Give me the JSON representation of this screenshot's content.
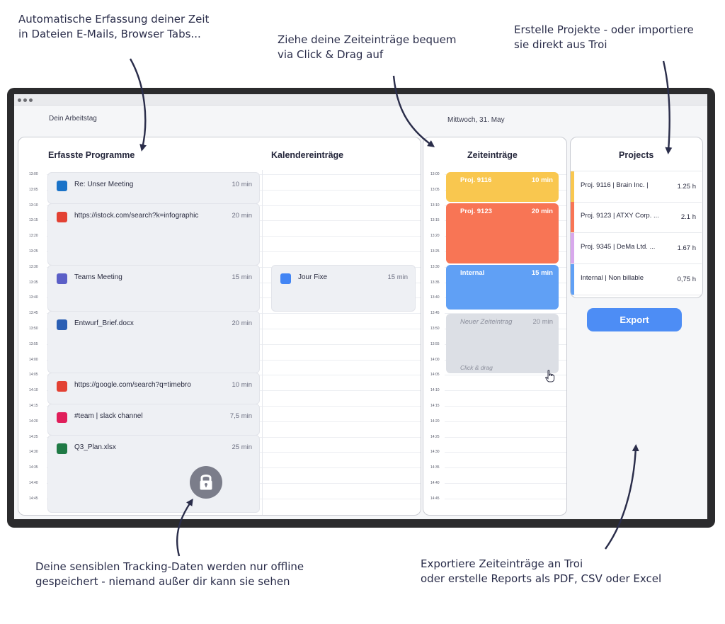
{
  "callouts": {
    "top_left": [
      "Automatische Erfassung deiner Zeit",
      "in Dateien E-Mails, Browser Tabs..."
    ],
    "top_middle": [
      "Ziehe deine Zeiteinträge bequem",
      "via Click & Drag auf"
    ],
    "top_right": [
      "Erstelle Projekte - oder importiere",
      "sie direkt aus Troi"
    ],
    "bottom_left": [
      "Deine sensiblen Tracking-Daten werden nur offline",
      "gespeichert - niemand außer dir kann sie sehen"
    ],
    "bottom_right": [
      "Exportiere Zeiteinträge an Troi",
      "oder erstelle Reports als PDF, CSV oder Excel"
    ]
  },
  "header": {
    "title": "Dein Arbeitstag",
    "date": "Mittwoch, 31. May"
  },
  "captured": {
    "title": "Erfasste Programme",
    "items": [
      {
        "name": "Re: Unser Meeting",
        "duration": "10 min",
        "icon": "outlook-icon",
        "color": "#1a73c8"
      },
      {
        "name": "https://istock.com/search?k=infographic",
        "duration": "20 min",
        "icon": "chrome-icon",
        "color": "#e34133"
      },
      {
        "name": "Teams Meeting",
        "duration": "15 min",
        "icon": "teams-icon",
        "color": "#5b5fc7"
      },
      {
        "name": "Entwurf_Brief.docx",
        "duration": "20 min",
        "icon": "word-icon",
        "color": "#2b5fb4"
      },
      {
        "name": "https://google.com/search?q=timebro",
        "duration": "10 min",
        "icon": "chrome-icon",
        "color": "#e34133"
      },
      {
        "name": "#team | slack channel",
        "duration": "7,5 min",
        "icon": "slack-icon",
        "color": "#e01e5a"
      },
      {
        "name": "Q3_Plan.xlsx",
        "duration": "25 min",
        "icon": "excel-icon",
        "color": "#1f7a45"
      }
    ]
  },
  "calendar": {
    "title": "Kalendereinträge",
    "items": [
      {
        "name": "Jour Fixe",
        "duration": "15 min",
        "icon": "google-calendar-icon",
        "color": "#4285f4"
      }
    ]
  },
  "times_left": [
    "13:00",
    "13:05",
    "13:10",
    "13:15",
    "13:20",
    "13:25",
    "13:30",
    "13:35",
    "13:40",
    "13:45",
    "13:50",
    "13:55",
    "14:00",
    "14:05",
    "14:10",
    "14:15",
    "14:20",
    "14:25",
    "14:30",
    "14:35",
    "14:40",
    "14:45"
  ],
  "times_mid": [
    "13:00",
    "13:05",
    "13:10",
    "13:15",
    "13:20",
    "13:25",
    "13:30",
    "13:35",
    "13:40",
    "13:45",
    "13:50",
    "13:55",
    "14:00",
    "14:05",
    "14:10",
    "14:15",
    "14:20",
    "14:25",
    "14:30",
    "14:35",
    "14:40",
    "14:45"
  ],
  "time_entries": {
    "title": "Zeiteinträge",
    "items": [
      {
        "name": "Proj. 9116",
        "duration": "10 min",
        "color": "#f9c74f"
      },
      {
        "name": "Proj. 9123",
        "duration": "20 min",
        "color": "#f87555"
      },
      {
        "name": "Internal",
        "duration": "15 min",
        "color": "#60a0f5"
      }
    ],
    "new_entry": {
      "name": "Neuer Zeiteintrag",
      "duration": "20 min",
      "hint": "Click & drag"
    }
  },
  "projects": {
    "title": "Projects",
    "items": [
      {
        "name": "Proj. 9116 | Brain Inc. |",
        "hours": "1.25 h",
        "color": "#f9c74f"
      },
      {
        "name": "Proj. 9123 | ATXY Corp. ...",
        "hours": "2.1 h",
        "color": "#f87555"
      },
      {
        "name": "Proj. 9345 | DeMa Ltd. ...",
        "hours": "1.67 h",
        "color": "#d8a8ec"
      },
      {
        "name": "Internal | Non billable",
        "hours": "0,75 h",
        "color": "#60a0f5"
      }
    ],
    "export_label": "Export"
  }
}
